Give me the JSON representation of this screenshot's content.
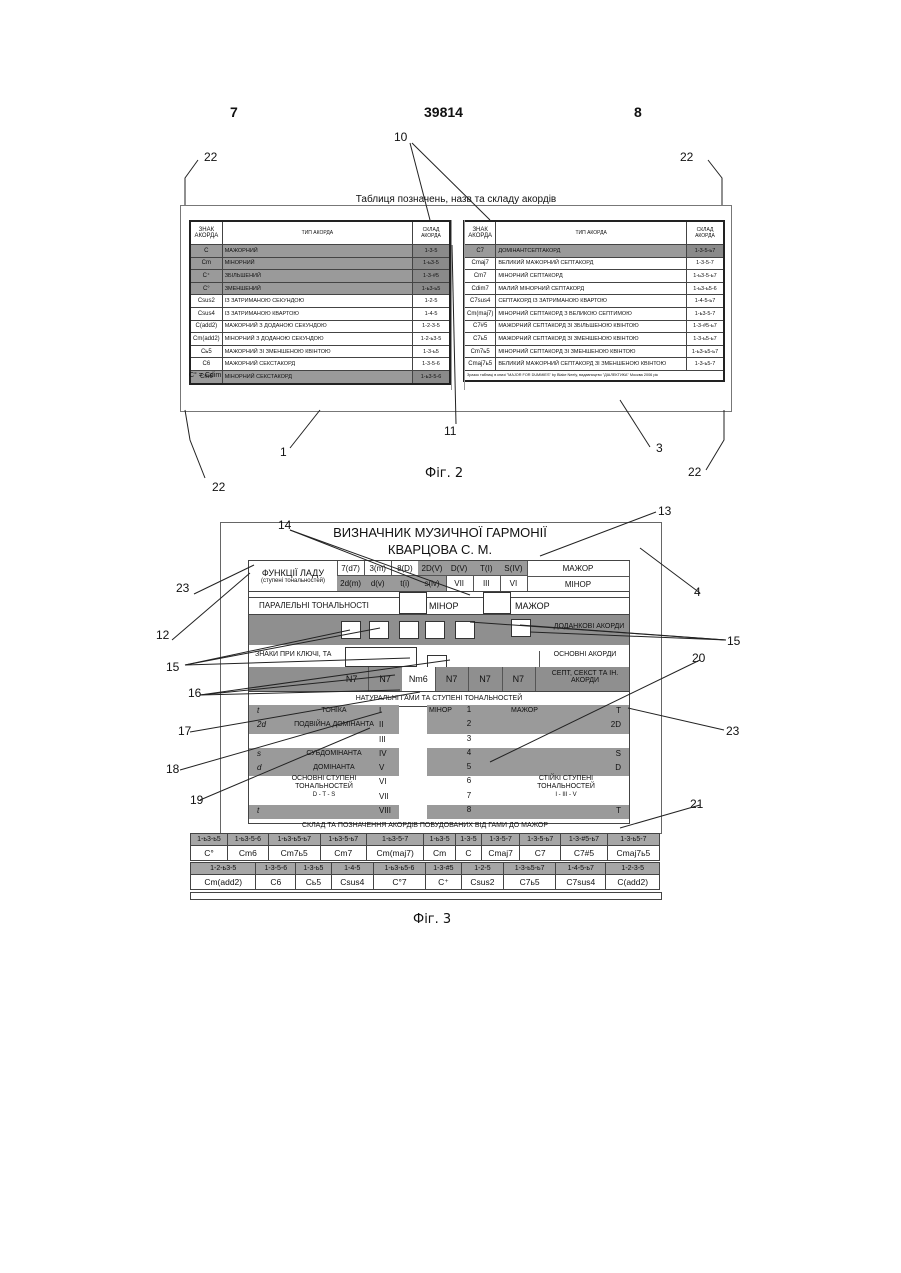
{
  "page": {
    "left_number": "7",
    "patent_number": "39814",
    "right_number": "8"
  },
  "fig2": {
    "caption": "Фіг. 2",
    "title": "Таблиця позначень, назв та складу акордів",
    "callouts": [
      "22",
      "22",
      "10",
      "22",
      "22",
      "1",
      "11",
      "3"
    ],
    "footnote": "C° = Cdim",
    "table_left": {
      "headers": [
        "ЗНАК АКОРДА",
        "ТИП АКОРДА",
        "СКЛАД АКОРДА"
      ],
      "rows": [
        {
          "sym": "C",
          "type": "МАЖОРНИЙ",
          "comp": "1-3-5"
        },
        {
          "sym": "Cm",
          "type": "МІНОРНИЙ",
          "comp": "1-ь3-5"
        },
        {
          "sym": "C⁺",
          "type": "ЗБІЛЬШЕНИЙ",
          "comp": "1-3-#5"
        },
        {
          "sym": "C°",
          "type": "ЗМЕНШЕНИЙ",
          "comp": "1-ь3-ь5"
        },
        {
          "sym": "Csus2",
          "type": "ІЗ ЗАТРИМАНОЮ СЕКУНДОЮ",
          "comp": "1-2-5"
        },
        {
          "sym": "Csus4",
          "type": "ІЗ ЗАТРИМАНОЮ КВАРТОЮ",
          "comp": "1-4-5"
        },
        {
          "sym": "C(add2)",
          "type": "МАЖОРНИЙ З ДОДАНОЮ СЕКУНДОЮ",
          "comp": "1-2-3-5"
        },
        {
          "sym": "Cm(add2)",
          "type": "МІНОРНИЙ З ДОДАНОЮ СЕКУНДОЮ",
          "comp": "1-2-ь3-5"
        },
        {
          "sym": "Cь5",
          "type": "МАЖОРНИЙ ЗІ ЗМЕНШЕНОЮ КВІНТОЮ",
          "comp": "1-3-ь5"
        },
        {
          "sym": "C6",
          "type": "МАЖОРНИЙ СЕКСТАКОРД",
          "comp": "1-3-5-6"
        },
        {
          "sym": "Cm6",
          "type": "МІНОРНИЙ СЕКСТАКОРД",
          "comp": "1-ь3-5-6"
        }
      ]
    },
    "table_right": {
      "headers": [
        "ЗНАК АКОРДА",
        "ТИП АКОРДА",
        "СКЛАД АКОРДА"
      ],
      "rows": [
        {
          "sym": "C7",
          "type": "ДОМІНАНТСЕПТАКОРД",
          "comp": "1-3-5-ь7"
        },
        {
          "sym": "Cmaj7",
          "type": "ВЕЛИКИЙ МАЖОРНИЙ СЕПТАКОРД",
          "comp": "1-3-5-7"
        },
        {
          "sym": "Cm7",
          "type": "МІНОРНИЙ СЕПТАКОРД",
          "comp": "1-ь3-5-ь7"
        },
        {
          "sym": "Cdim7",
          "type": "МАЛИЙ МІНОРНИЙ СЕПТАКОРД",
          "comp": "1-ь3-ь5-6"
        },
        {
          "sym": "C7sus4",
          "type": "СЕПТАКОРД ІЗ ЗАТРИМАНОЮ КВАРТОЮ",
          "comp": "1-4-5-ь7"
        },
        {
          "sym": "Cm(maj7)",
          "type": "МІНОРНИЙ СЕПТАКОРД З ВЕЛИКОЮ СЕПТИМОЮ",
          "comp": "1-ь3-5-7"
        },
        {
          "sym": "C7#5",
          "type": "МАЖОРНИЙ СЕПТАКОРД ЗІ ЗБІЛЬШЕНОЮ КВІНТОЮ",
          "comp": "1-3-#5-ь7"
        },
        {
          "sym": "C7ь5",
          "type": "МАЖОРНИЙ СЕПТАКОРД ЗІ ЗМЕНШЕНОЮ КВІНТОЮ",
          "comp": "1-3-ь5-ь7"
        },
        {
          "sym": "Cm7ь5",
          "type": "МІНОРНИЙ СЕПТАКОРД ЗІ ЗМЕНШЕНОЮ КВІНТОЮ",
          "comp": "1-ь3-ь5-ь7"
        },
        {
          "sym": "Cmaj7ь5",
          "type": "ВЕЛИКИЙ МАЖОРНИЙ СЕПТАКОРД ЗІ ЗМЕНШЕНОЮ КВІНТОЮ",
          "comp": "1-3-ь5-7"
        }
      ],
      "source_note": "Зразок таблиці в книзі \"MAJOR FOR DUMMIES\" by Blake Neely, видавництво \"ДІАЛЕКТИКА\" Москва 2006 рік"
    }
  },
  "fig3": {
    "caption": "Фіг. 3",
    "title_line1": "ВИЗНАЧНИК МУЗИЧНОЇ ГАРМОНІЇ",
    "title_line2": "КВАРЦОВА С. М.",
    "callouts": [
      "14",
      "13",
      "23",
      "4",
      "12",
      "15",
      "15",
      "20",
      "16",
      "17",
      "23",
      "18",
      "19",
      "21"
    ],
    "functions_label": "ФУНКЦІЇ ЛАДУ",
    "functions_sub": "(ступені тональностей)",
    "func_top": [
      "7(d7)",
      "3(m)",
      "8(D)",
      "2D(V)",
      "D(V)",
      "T(I)",
      "S(IV)"
    ],
    "func_bottom": [
      "2d(m)",
      "d(v)",
      "t(i)",
      "s(iv)",
      "VII",
      "III",
      "VI"
    ],
    "major_label": "МАЖОР",
    "minor_label": "МІНОР",
    "parallel_label": "ПАРАЛЕЛЬНІ ТОНАЛЬНОСТІ",
    "parallel_minor": "МІНОР",
    "parallel_major": "МАЖОР",
    "added_chords": "ДОДАНКОВІ АКОРДИ",
    "key_signs": "ЗНАКИ ПРИ КЛЮЧІ, ТА",
    "main_chords": "ОСНОВНІ АКОРДИ",
    "sept_row": [
      "N7",
      "N7",
      "Nm6",
      "N7",
      "N7",
      "N7"
    ],
    "sept_label": "СЕПТ, СЕКСТ ТА ІН. АКОРДИ",
    "natural_scales": "НАТУРАЛЬНІ ГАМИ ТА СТУПЕНІ ТОНАЛЬНОСТЕЙ",
    "minor_word": "МІНОР",
    "major_word": "МАЖОР",
    "scale_rows": [
      {
        "lf": "t",
        "ln": "ТОНІКА",
        "lr": "I",
        "n": "1",
        "rr": "T"
      },
      {
        "lf": "2d",
        "ln": "ПОДВІЙНА ДОМІНАНТА",
        "lr": "II",
        "n": "2",
        "rr": "2D"
      },
      {
        "lf": "",
        "ln": "",
        "lr": "III",
        "n": "3",
        "rr": ""
      },
      {
        "lf": "s",
        "ln": "СУБДОМІНАНТА",
        "lr": "IV",
        "n": "4",
        "rr": "S"
      },
      {
        "lf": "d",
        "ln": "ДОМІНАНТА",
        "lr": "V",
        "n": "5",
        "rr": "D"
      },
      {
        "lf": "",
        "ln": "",
        "lr": "VI",
        "n": "6",
        "rr": ""
      },
      {
        "lf": "",
        "ln": "",
        "lr": "VII",
        "n": "7",
        "rr": ""
      },
      {
        "lf": "t",
        "ln": "",
        "lr": "VIII",
        "n": "8",
        "rr": "T"
      }
    ],
    "main_steps_l1": "ОСНОВНІ СТУПЕНІ",
    "main_steps_l2": "ТОНАЛЬНОСТЕЙ",
    "main_steps_l3": "D - T - S",
    "stable_l1": "СТІЙКІ СТУПЕНІ",
    "stable_l2": "ТОНАЛЬНОСТЕЙ",
    "stable_l3": "I - III - V",
    "composition_title": "СКЛАД ТА ПОЗНАЧЕННЯ АКОРДІВ ПОБУДОВАНИХ ВІД ГАМИ ДО МАЖОР",
    "comp_row1_formulas": [
      "1-ь3-ь5",
      "1-ь3-5-6",
      "1-ь3-ь5-ь7",
      "1-ь3-5-ь7",
      "1-ь3-5-7",
      "1-ь3-5",
      "1-3-5",
      "1-3-5-7",
      "1-3-5-ь7",
      "1-3-#5-ь7",
      "1-3-ь5-7"
    ],
    "comp_row1_symbols": [
      "C°",
      "Cm6",
      "Cm7ь5",
      "Cm7",
      "Cm(maj7)",
      "Cm",
      "C",
      "Cmaj7",
      "C7",
      "C7#5",
      "Cmaj7ь5"
    ],
    "comp_row2_formulas": [
      "1-2-ь3-5",
      "1-3-5-6",
      "1-3-ь5",
      "1-4-5",
      "1-ь3-ь5-6",
      "1-3-#5",
      "1-2-5",
      "1-3-ь5-ь7",
      "1-4-5-ь7",
      "1-2-3-5"
    ],
    "comp_row2_symbols": [
      "Cm(add2)",
      "C6",
      "Cь5",
      "Csus4",
      "C°7",
      "C⁺",
      "Csus2",
      "C7ь5",
      "C7sus4",
      "C(add2)"
    ]
  }
}
